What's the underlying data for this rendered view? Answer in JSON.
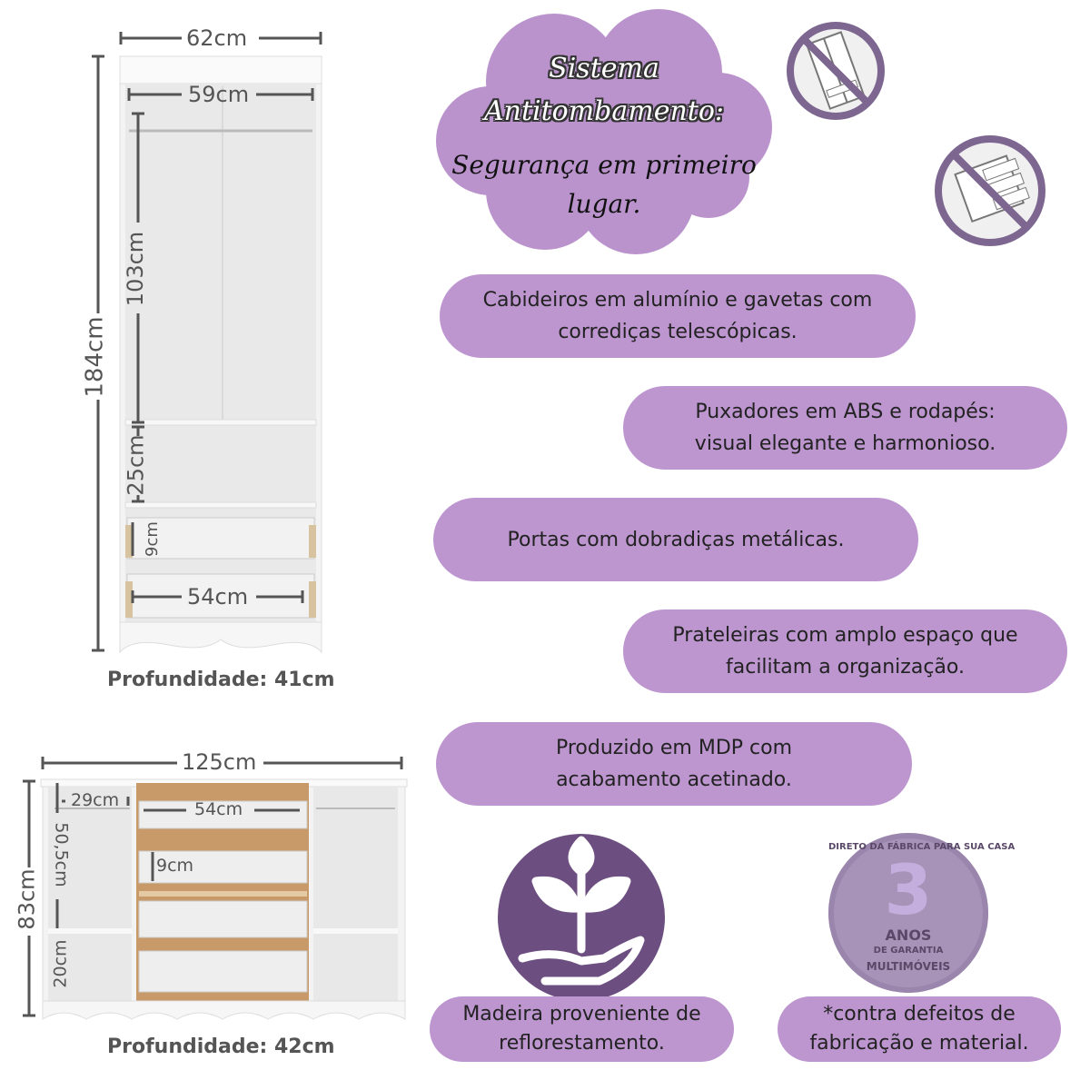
{
  "wardrobe": {
    "width_label": "62cm",
    "inner_width_label": "59cm",
    "height_label": "184cm",
    "hanging_height_label": "103cm",
    "shelf_height_label": "25cm",
    "drawer_height_label": "9cm",
    "drawer_width_label": "54cm",
    "depth_label": "Profundidade: 41cm"
  },
  "buffet": {
    "width_label": "125cm",
    "height_label": "83cm",
    "side_width_label": "29cm",
    "side_height_label": "50,5cm",
    "lower_height_label": "20cm",
    "drawer_width_label": "54cm",
    "drawer_height_label": "9cm",
    "depth_label": "Profundidade: 42cm"
  },
  "cloud": {
    "line1": "Sistema",
    "line2": "Antitombamento:",
    "line3": "Segurança em primeiro",
    "line4": "lugar."
  },
  "icons": {
    "no_tipping_wardrobe": "no-tipping-wardrobe-icon",
    "no_tipping_drawer": "no-tipping-drawer-icon",
    "leaf_hand": "plant-in-hand-icon"
  },
  "features": [
    {
      "text": "Cabideiros em alumínio e gavetas com\ncorrediças telescópicas."
    },
    {
      "text": "Puxadores em ABS e rodapés:\nvisual elegante e harmonioso."
    },
    {
      "text": "Portas com dobradiças metálicas."
    },
    {
      "text": "Prateleiras com amplo espaço que\nfacilitam a organização."
    },
    {
      "text": "Produzido em MDP com\nacabamento acetinado."
    },
    {
      "text": "Madeira proveniente de\nreflorestamento."
    },
    {
      "text": "*contra defeitos de\nfabricação e material."
    }
  ],
  "seal": {
    "arc_top": "DIRETO DA FÁBRICA PARA SUA CASA",
    "number": "3",
    "anos": "ANOS",
    "garantia": "DE GARANTIA",
    "brand": "MULTIMÓVEIS"
  },
  "colors": {
    "pill": "#bd96d0",
    "cloud": "#ba93cd",
    "icon_dark": "#6c4f80",
    "seal": "#a793b8",
    "dim": "#555555"
  }
}
